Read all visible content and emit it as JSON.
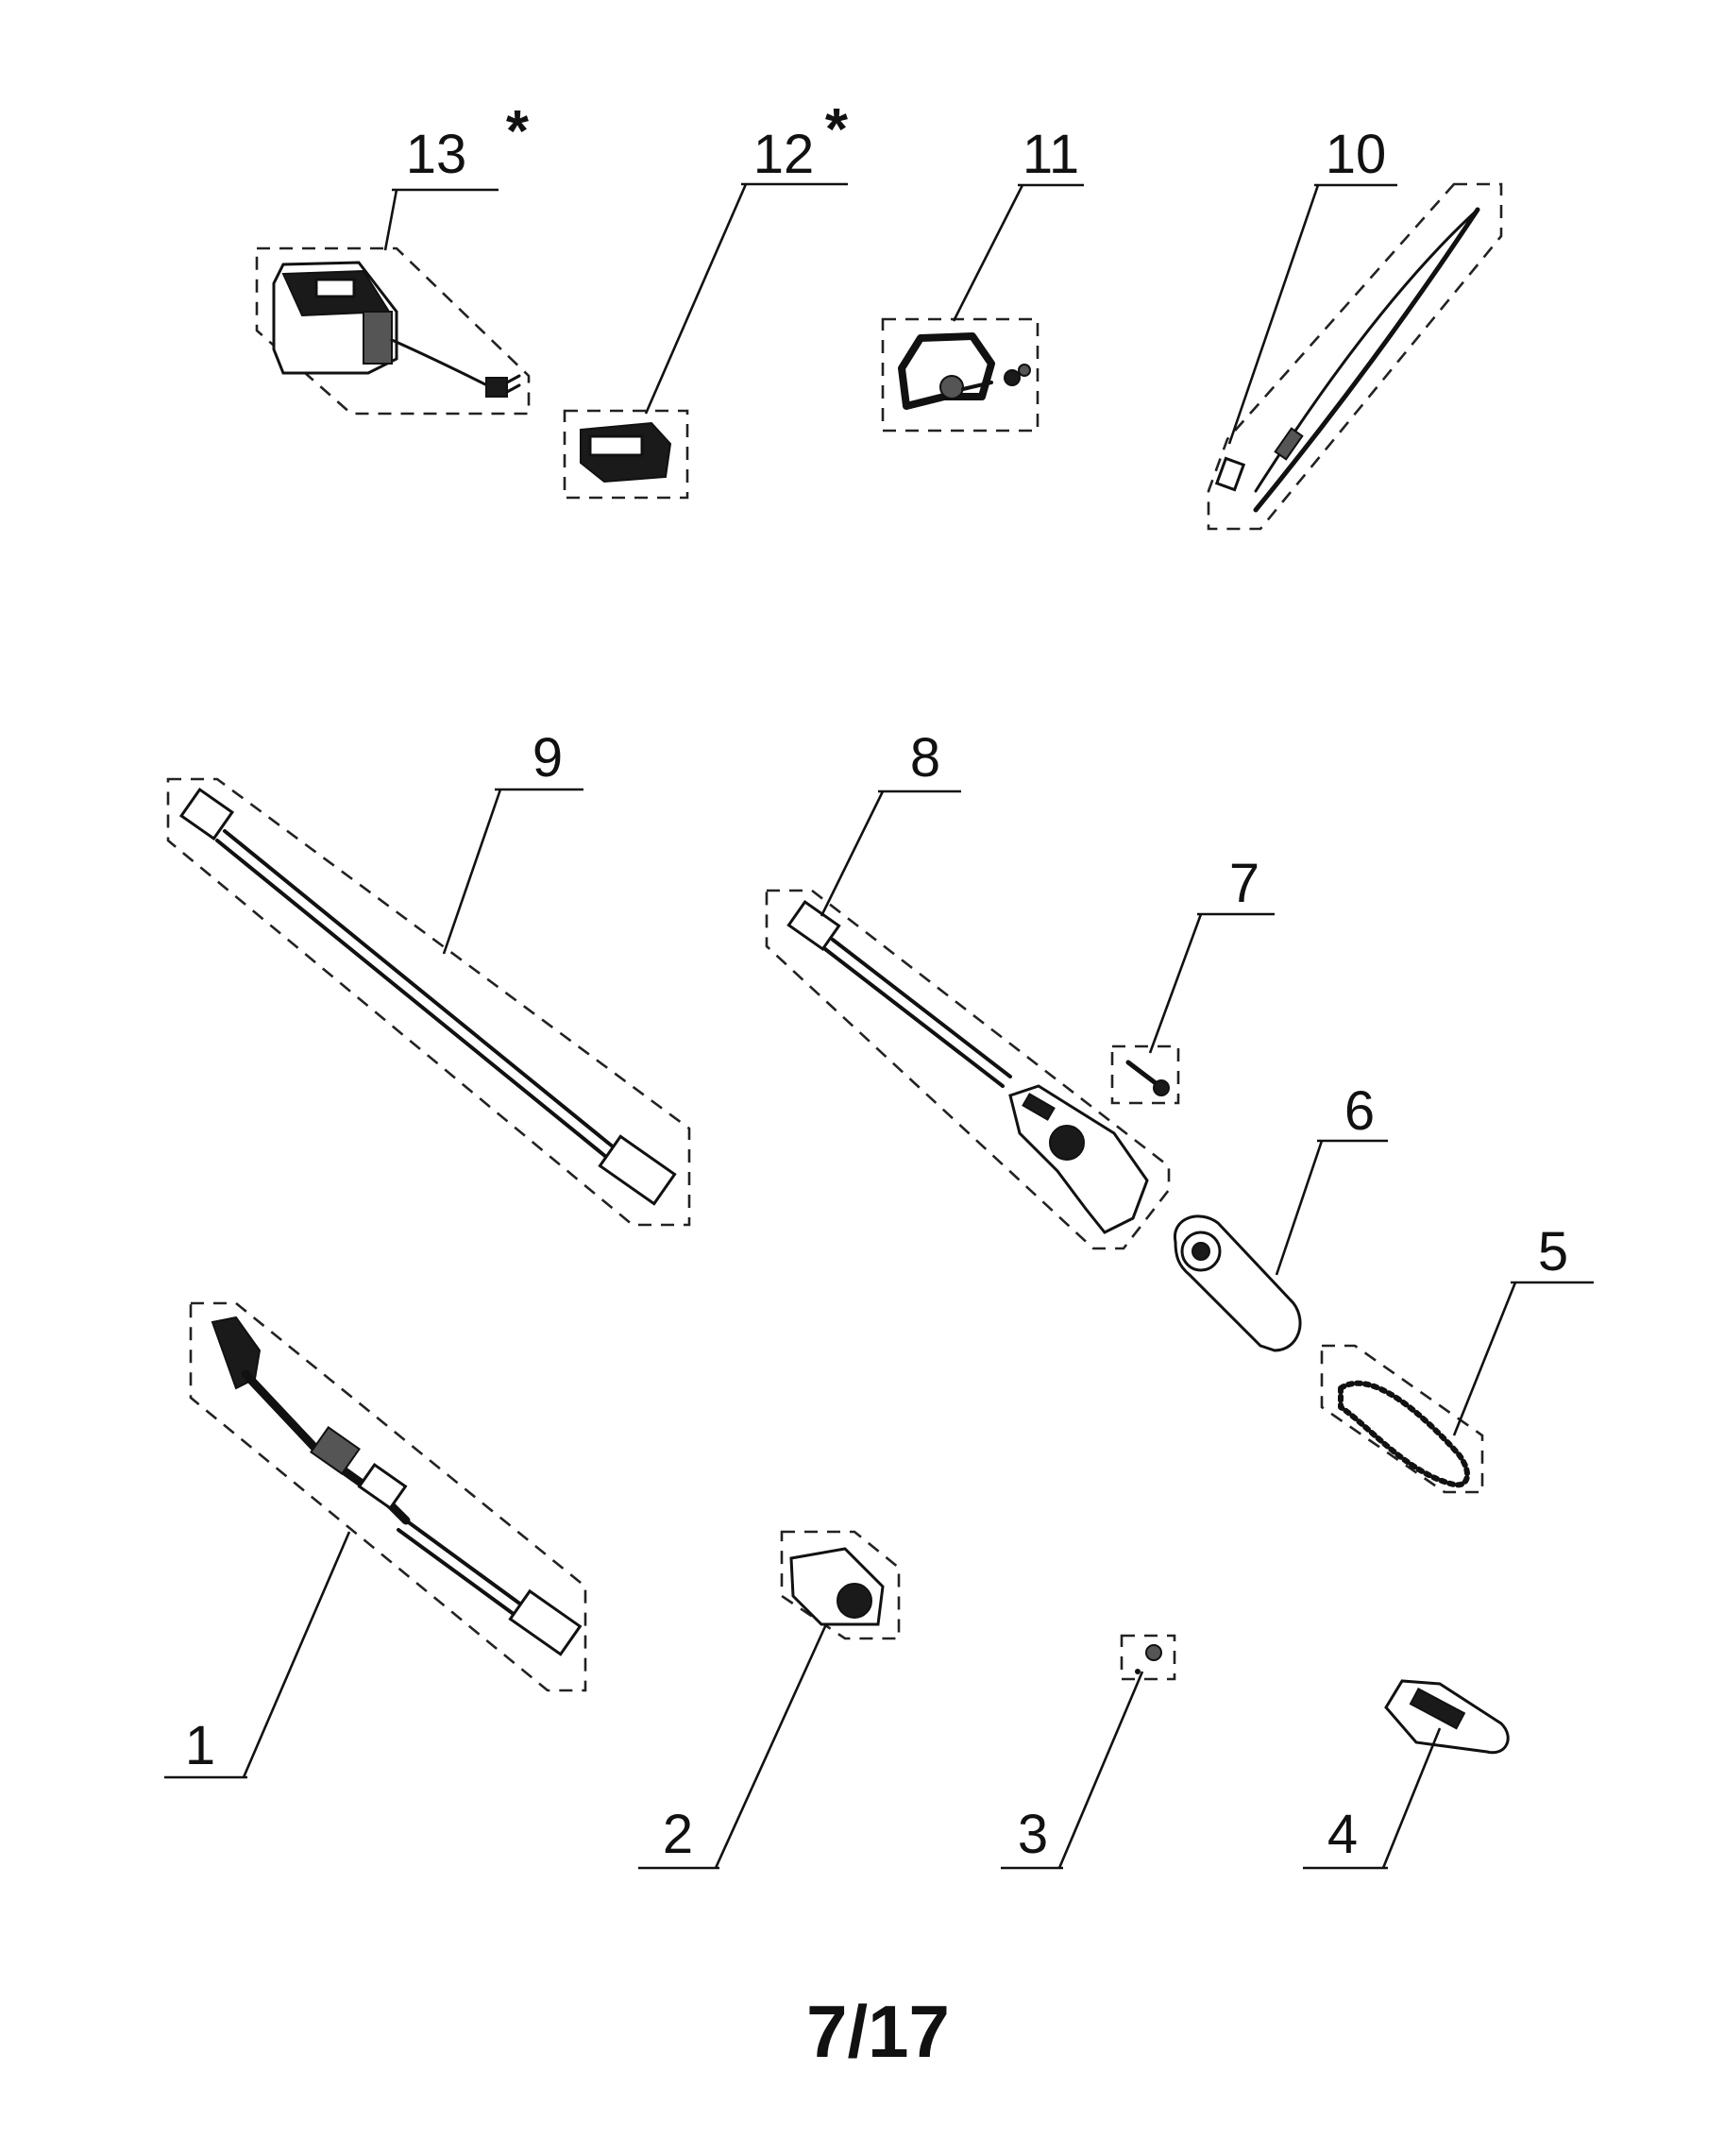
{
  "parts": [
    {
      "id": "1",
      "label": "1",
      "star": ""
    },
    {
      "id": "2",
      "label": "2",
      "star": ""
    },
    {
      "id": "3",
      "label": "3",
      "star": ""
    },
    {
      "id": "4",
      "label": "4",
      "star": ""
    },
    {
      "id": "5",
      "label": "5",
      "star": ""
    },
    {
      "id": "6",
      "label": "6",
      "star": ""
    },
    {
      "id": "7",
      "label": "7",
      "star": ""
    },
    {
      "id": "8",
      "label": "8",
      "star": ""
    },
    {
      "id": "9",
      "label": "9",
      "star": ""
    },
    {
      "id": "10",
      "label": "10",
      "star": ""
    },
    {
      "id": "11",
      "label": "11",
      "star": ""
    },
    {
      "id": "12",
      "label": "12",
      "star": "*"
    },
    {
      "id": "13",
      "label": "13",
      "star": "*"
    }
  ],
  "page_number": "7/17"
}
